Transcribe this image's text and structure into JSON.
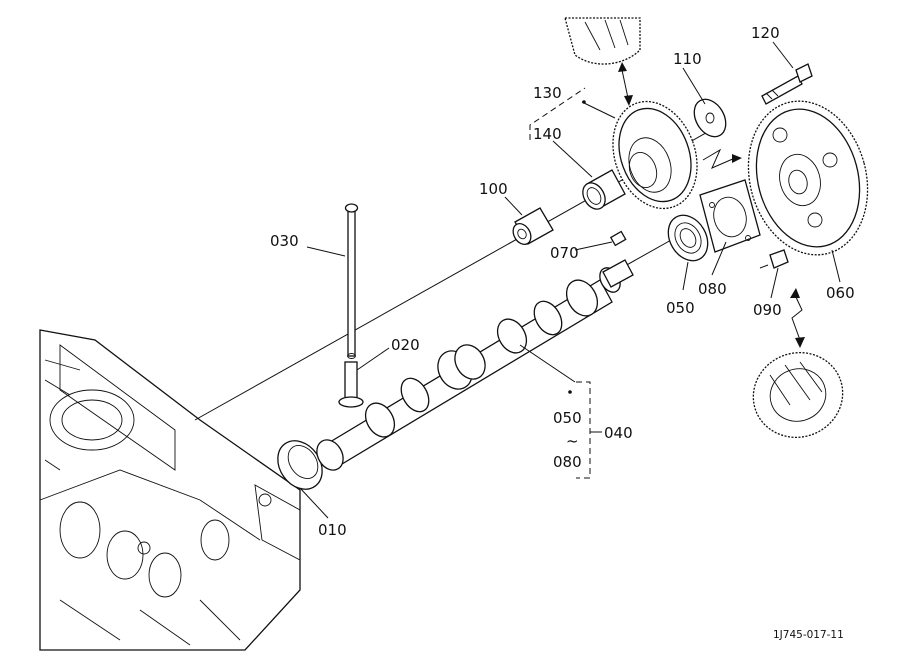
{
  "labels": {
    "p010": "010",
    "p020": "020",
    "p030": "030",
    "p040": "040",
    "p050": "050",
    "p050b": "050",
    "p060": "060",
    "p070": "070",
    "p080": "080",
    "p080b": "080",
    "p090": "090",
    "p100": "100",
    "p110": "110",
    "p120": "120",
    "p130": "130",
    "p140": "140",
    "tilde": "~"
  },
  "drawing_code": "1J745-017-11"
}
